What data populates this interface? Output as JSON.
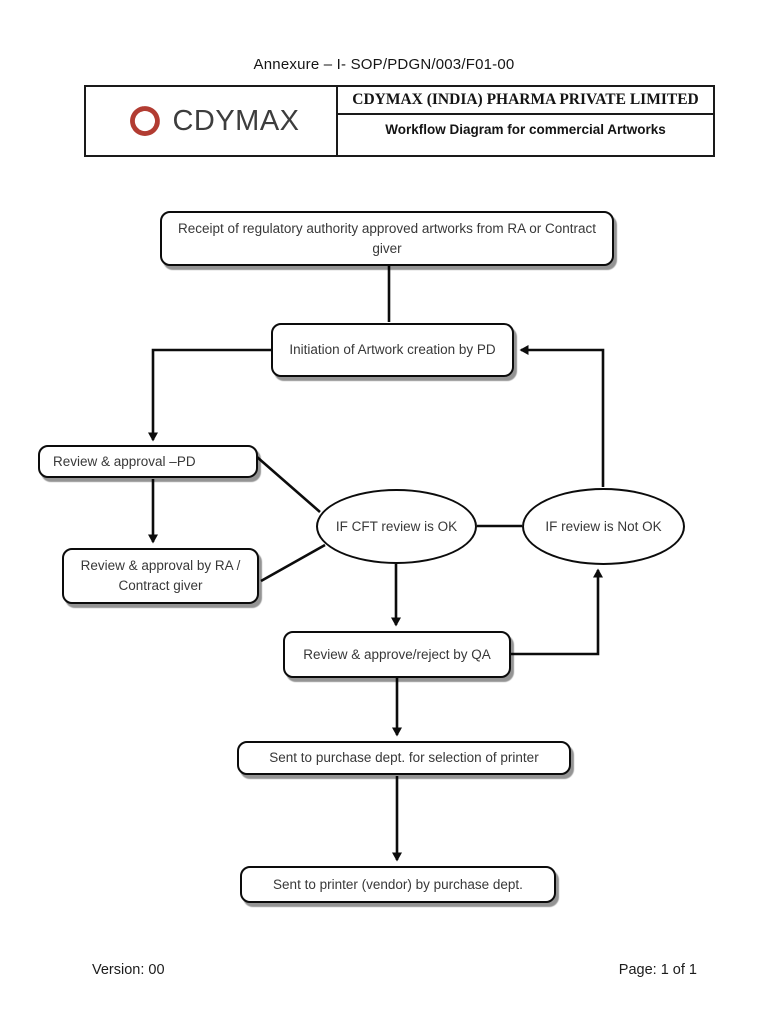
{
  "page": {
    "annexure": "Annexure – I- SOP/PDGN/003/F01-00",
    "footer_left": "Version: 00",
    "footer_right": "Page: 1 of 1"
  },
  "header": {
    "logo_text": "CDYMAX",
    "company": "CDYMAX (INDIA) PHARMA PRIVATE LIMITED",
    "doc_title": "Workflow Diagram for commercial Artworks"
  },
  "flowchart": {
    "nodes": {
      "receipt": "Receipt of regulatory authority approved artworks from RA or Contract giver",
      "initiation": "Initiation of Artwork creation by PD",
      "review_pd": "Review & approval –PD",
      "review_ra": "Review & approval by RA / Contract giver",
      "cft_ok": "IF CFT review is OK",
      "not_ok": "IF review is Not OK",
      "qa": "Review & approve/reject by QA",
      "purchase": "Sent to purchase dept. for selection of printer",
      "printer": "Sent to printer (vendor) by purchase dept."
    }
  },
  "colors": {
    "logo_red": "#b23c32",
    "logo_gray": "#3d3d3d",
    "line_black": "#0c0c0c",
    "text_dark": "#383838"
  }
}
